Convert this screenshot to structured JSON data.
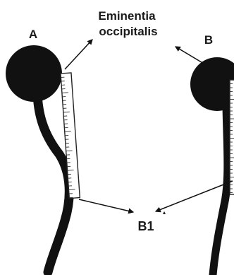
{
  "labels": {
    "title_line1": "Eminentia",
    "title_line2": "occipitalis",
    "figure_a": "A",
    "figure_b": "B",
    "target": "B1"
  },
  "colors": {
    "ink": "#111111",
    "background": "#ffffff"
  }
}
